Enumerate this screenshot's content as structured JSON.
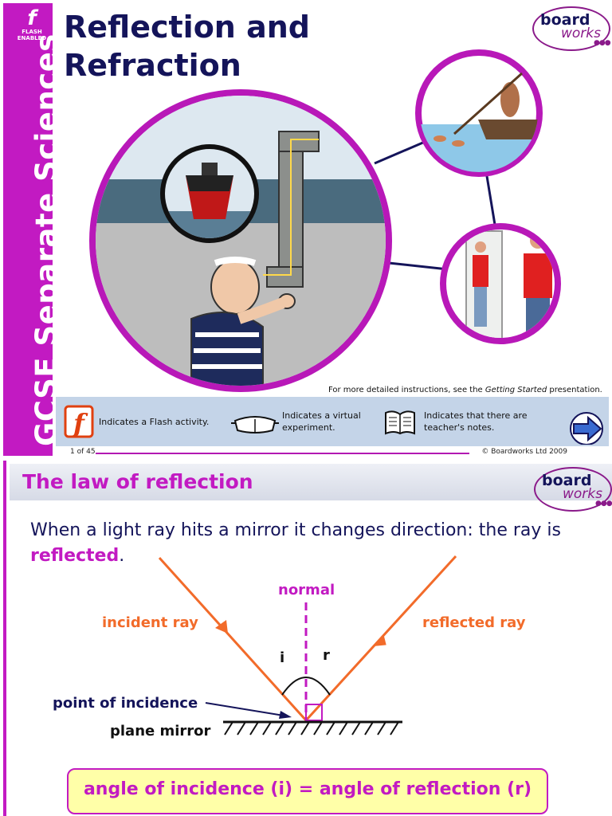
{
  "slide1": {
    "sidebar_title": "GCSE Separate Sciences",
    "flash_badge": {
      "mark": "f",
      "text_line1": "FLASH",
      "text_line2": "ENABLED"
    },
    "title_line1": "Reflection and",
    "title_line2": "Refraction",
    "logo": {
      "line1": "board",
      "line2": "works",
      "dots": "●●●"
    },
    "instructions": {
      "prefix": "For more detailed instructions, see the ",
      "italic": "Getting Started",
      "suffix": " presentation."
    },
    "legend": [
      {
        "icon": "flash-icon",
        "text_line1": "Indicates a Flash activity.",
        "text_line2": ""
      },
      {
        "icon": "goggles-icon",
        "text_line1": "Indicates a virtual",
        "text_line2": "experiment."
      },
      {
        "icon": "book-icon",
        "text_line1": "Indicates that there are",
        "text_line2": "teacher's notes."
      }
    ],
    "footer": {
      "page": "1 of 45",
      "copyright": "© Boardworks Ltd 2009"
    }
  },
  "slide2": {
    "title": "The law of reflection",
    "logo": {
      "line1": "board",
      "line2": "works",
      "dots": "●●●"
    },
    "intro_main": "When a light ray hits a mirror it changes direction: the ray is",
    "intro_highlight": "reflected",
    "intro_end": ".",
    "diagram": {
      "normal": "normal",
      "incident_ray": "incident ray",
      "reflected_ray": "reflected ray",
      "angle_i": "i",
      "angle_r": "r",
      "point_of_incidence": "point of incidence",
      "plane_mirror": "plane mirror"
    },
    "equation": "angle of incidence (i) = angle of reflection (r)"
  },
  "colors": {
    "magenta": "#c21ac2",
    "navy": "#14145a",
    "orange": "#f26b2a",
    "legend_bg": "#c4d4e8",
    "equation_bg": "#ffffa8"
  }
}
